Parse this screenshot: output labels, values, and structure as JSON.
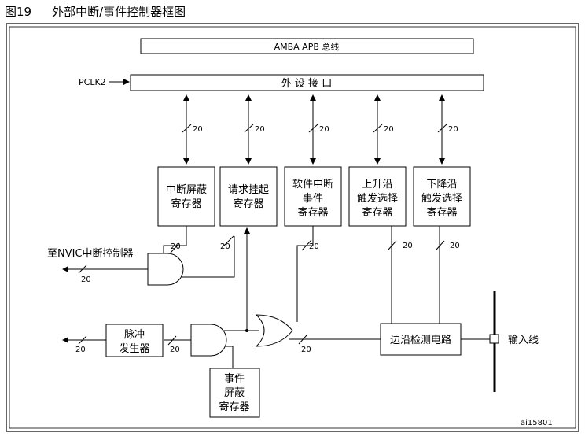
{
  "figure": {
    "number": "图19",
    "title": "外部中断/事件控制器框图"
  },
  "bus": {
    "amba": "AMBA APB 总线",
    "pclk": "PCLK2",
    "peripheral_interface": "外 设 接 口"
  },
  "bus_width": "20",
  "registers": {
    "interrupt_mask": [
      "中断屏蔽",
      "寄存器"
    ],
    "pending": [
      "请求挂起",
      "寄存器"
    ],
    "software_interrupt_event": [
      "软件中断",
      "事件",
      "寄存器"
    ],
    "rising_trigger": [
      "上升沿",
      "触发选择",
      "寄存器"
    ],
    "falling_trigger": [
      "下降沿",
      "触发选择",
      "寄存器"
    ],
    "event_mask": [
      "事件",
      "屏蔽",
      "寄存器"
    ]
  },
  "blocks": {
    "pulse_generator": [
      "脉冲",
      "发生器"
    ],
    "edge_detect": "边沿检测电路"
  },
  "io": {
    "to_nvic": "至NVIC中断控制器",
    "input_line": "输入线"
  },
  "figure_id": "ai15801"
}
